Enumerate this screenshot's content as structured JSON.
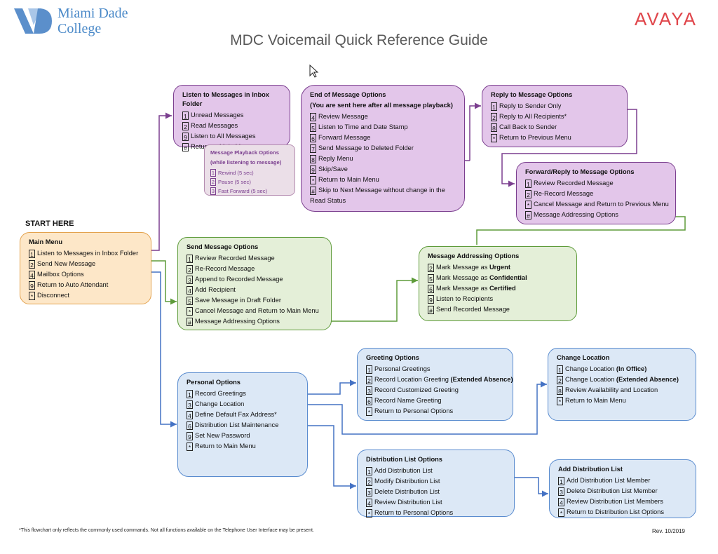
{
  "header": {
    "mdc_logo_lines": [
      "Miami Dade",
      "College"
    ],
    "avaya_logo": "AVAYA",
    "title": "MDC Voicemail Quick Reference Guide",
    "start_here": "START HERE"
  },
  "colors": {
    "purple": "#7b3f8f",
    "green": "#5e9b3a",
    "blue": "#4472c4",
    "orange": "#e3a24e"
  },
  "boxes": {
    "main_menu": {
      "title": "Main Menu",
      "items": [
        {
          "key": "1",
          "label": "Listen to Messages in Inbox Folder"
        },
        {
          "key": "2",
          "label": "Send New Message"
        },
        {
          "key": "4",
          "label": "Mailbox Options"
        },
        {
          "key": "9",
          "label": "Return to Auto Attendant"
        },
        {
          "key": "*",
          "label": "Disconnect"
        }
      ]
    },
    "listen": {
      "title": "Listen to Messages in Inbox Folder",
      "items": [
        {
          "key": "1",
          "label": "Unread Messages"
        },
        {
          "key": "2",
          "label": "Read Messages"
        },
        {
          "key": "9",
          "label": "Listen to All Messages"
        },
        {
          "key": "#",
          "label": "Return to Main Menu"
        }
      ]
    },
    "playback": {
      "title_lines": [
        "Message Playback Options",
        "(while listening to message)"
      ],
      "items": [
        {
          "key": "1",
          "label": "Rewind (5 sec)"
        },
        {
          "key": "2",
          "label": "Pause (5 sec)"
        },
        {
          "key": "3",
          "label": "Fast Forward (5 sec)"
        }
      ]
    },
    "end_of_message": {
      "title_lines": [
        "End of Message Options",
        "(You are sent here after all message playback)"
      ],
      "items": [
        {
          "key": "4",
          "label": "Review Message"
        },
        {
          "key": "5",
          "label": "Listen to Time and Date Stamp"
        },
        {
          "key": "6",
          "label": "Forward Message"
        },
        {
          "key": "7",
          "label": "Send Message to Deleted Folder"
        },
        {
          "key": "8",
          "label": "Reply Menu"
        },
        {
          "key": "9",
          "label": "Skip/Save"
        },
        {
          "key": "*",
          "label": "Return to Main Menu"
        },
        {
          "key": "#",
          "label": "Skip to Next Message without change in the"
        }
      ],
      "continuation": "Read Status"
    },
    "reply": {
      "title": "Reply to Message Options",
      "items": [
        {
          "key": "1",
          "label": "Reply to Sender Only"
        },
        {
          "key": "2",
          "label": "Reply to All Recipients*"
        },
        {
          "key": "8",
          "label": "Call Back to Sender"
        },
        {
          "key": "*",
          "label": "Return to Previous Menu"
        }
      ]
    },
    "forward_reply": {
      "title": "Forward/Reply to Message Options",
      "items": [
        {
          "key": "1",
          "label": "Review Recorded Message"
        },
        {
          "key": "2",
          "label": "Re-Record Message"
        },
        {
          "key": "*",
          "label": "Cancel Message and Return to Previous Menu"
        },
        {
          "key": "#",
          "label": "Message Addressing Options"
        }
      ]
    },
    "send": {
      "title": "Send Message Options",
      "items": [
        {
          "key": "1",
          "label": "Review Recorded Message"
        },
        {
          "key": "2",
          "label": "Re-Record Message"
        },
        {
          "key": "3",
          "label": "Append to Recorded Message"
        },
        {
          "key": "4",
          "label": "Add Recipient"
        },
        {
          "key": "5",
          "label": "Save Message in Draft Folder"
        },
        {
          "key": "*",
          "label": "Cancel Message and Return to Main Menu"
        },
        {
          "key": "#",
          "label": "Message Addressing Options"
        }
      ]
    },
    "addressing": {
      "title": "Message Addressing Options",
      "items": [
        {
          "key": "2",
          "label": "Mark Message as ",
          "bold": "Urgent"
        },
        {
          "key": "5",
          "label": "Mark Message as ",
          "bold": "Confidential"
        },
        {
          "key": "6",
          "label": "Mark Message as ",
          "bold": "Certified"
        },
        {
          "key": "9",
          "label": "Listen to Recipients"
        },
        {
          "key": "#",
          "label": "Send Recorded Message"
        }
      ]
    },
    "greeting": {
      "title": "Greeting Options",
      "items": [
        {
          "key": "1",
          "label": "Personal Greetings"
        },
        {
          "key": "2",
          "label": "Record Location Greeting ",
          "bold": "(Extended Absence)"
        },
        {
          "key": "3",
          "label": "Record Customized Greeting"
        },
        {
          "key": "6",
          "label": "Record Name Greeting"
        },
        {
          "key": "*",
          "label": "Return to Personal Options"
        }
      ]
    },
    "personal": {
      "title": "Personal Options",
      "items": [
        {
          "key": "1",
          "label": "Record Greetings"
        },
        {
          "key": "3",
          "label": "Change Location"
        },
        {
          "key": "4",
          "label": "Define Default Fax Address*"
        },
        {
          "key": "6",
          "label": "Distribution List Maintenance"
        },
        {
          "key": "9",
          "label": "Set New Password"
        },
        {
          "key": "*",
          "label": "Return to Main Menu"
        }
      ]
    },
    "change_location": {
      "title": "Change Location",
      "items": [
        {
          "key": "1",
          "label": "Change Location ",
          "bold": "(In Office)"
        },
        {
          "key": "2",
          "label": "Change Location ",
          "bold": "(Extended Absence)"
        },
        {
          "key": "8",
          "label": "Review Availability and Location"
        },
        {
          "key": "*",
          "label": "Return to Main Menu"
        }
      ]
    },
    "dist_list": {
      "title": "Distribution List Options",
      "items": [
        {
          "key": "1",
          "label": "Add Distribution List"
        },
        {
          "key": "2",
          "label": "Modify Distribution List"
        },
        {
          "key": "3",
          "label": "Delete Distribution List"
        },
        {
          "key": "4",
          "label": "Review Distribution List"
        },
        {
          "key": "*",
          "label": "Return to Personal Options"
        }
      ]
    },
    "add_dist": {
      "title": "Add Distribution List",
      "items": [
        {
          "key": "1",
          "label": "Add Distribution List Member"
        },
        {
          "key": "3",
          "label": "Delete Distribution List Member"
        },
        {
          "key": "4",
          "label": "Review Distribution List Members"
        },
        {
          "key": "*",
          "label": "Return to Distribution List Options"
        }
      ]
    }
  },
  "footer": {
    "note": "*This flowchart only reflects the commonly used commands. Not all functions available on the Telephone User Interface may be present.",
    "revision": "Rev. 10/2019"
  }
}
